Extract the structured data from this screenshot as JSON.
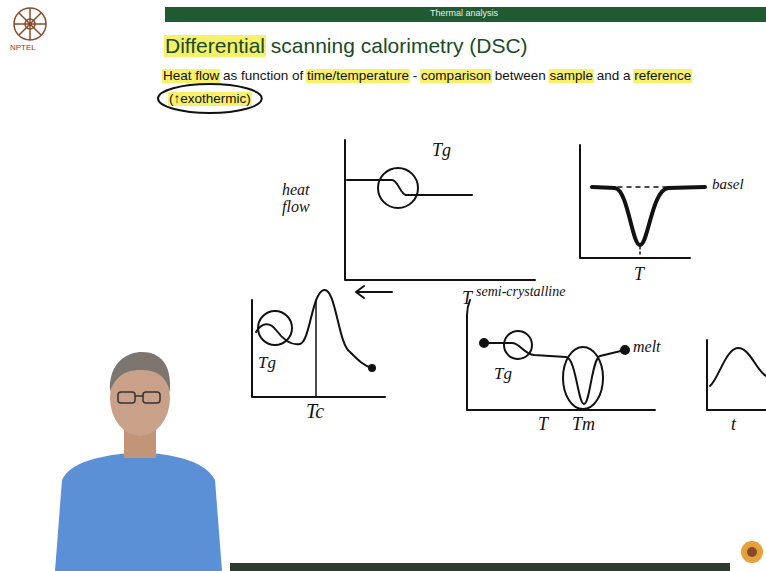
{
  "diagram": {
    "title": "Differential scanning calorimetry (DSC)",
    "nodes": [
      {
        "text": [
          "(↑exothermic)"
        ]
      }
    ],
    "labels": [
      "Thermal analysis",
      "NPTEL",
      "Heat flow as function of time/temperature - comparison between sample and a reference",
      "Tg",
      "heat flow",
      "T",
      "basel",
      "T",
      "semi-crystalline",
      "Tg",
      "Tc",
      "Tg",
      "T",
      "Tm",
      "melt",
      "t"
    ]
  }
}
